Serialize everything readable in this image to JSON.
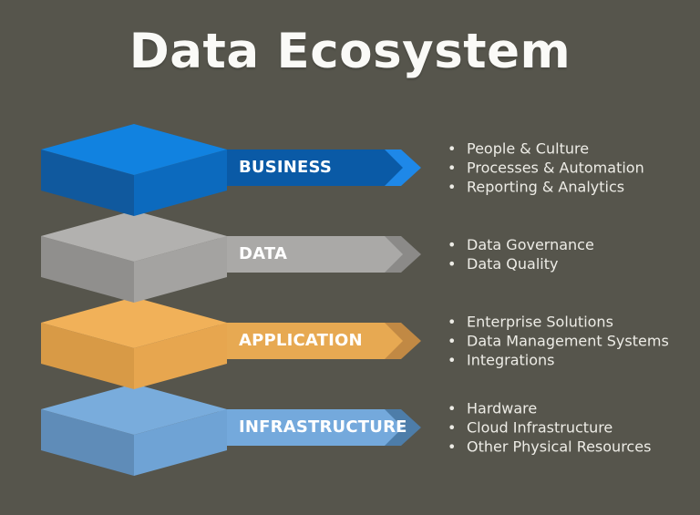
{
  "title": "Data Ecosystem",
  "background_color": "#56554C",
  "text_color": "#EDECE6",
  "layers": [
    {
      "name": "BUSINESS",
      "bullets": [
        "People & Culture",
        "Processes & Automation",
        "Reporting & Analytics"
      ],
      "colors": {
        "top": "#1182E0",
        "left": "#10599E",
        "front": "#0C6ABE",
        "banner": "#0A5AA6",
        "accent": "#1E88E8"
      }
    },
    {
      "name": "DATA",
      "bullets": [
        "Data Governance",
        "Data Quality"
      ],
      "colors": {
        "top": "#B2B1AF",
        "left": "#908F8D",
        "front": "#A4A3A1",
        "banner": "#AAA9A7",
        "accent": "#8B8A88"
      }
    },
    {
      "name": "APPLICATION",
      "bullets": [
        "Enterprise Solutions",
        "Data Management Systems",
        "Integrations"
      ],
      "colors": {
        "top": "#F1B159",
        "left": "#D89A46",
        "front": "#E7A64F",
        "banner": "#E7A952",
        "accent": "#C18944"
      }
    },
    {
      "name": "INFRASTRUCTURE",
      "bullets": [
        "Hardware",
        "Cloud Infrastructure",
        "Other Physical Resources"
      ],
      "colors": {
        "top": "#79ACDC",
        "left": "#5F8CB8",
        "front": "#6FA3D5",
        "banner": "#74A9DC",
        "accent": "#4D7DA9"
      }
    }
  ]
}
